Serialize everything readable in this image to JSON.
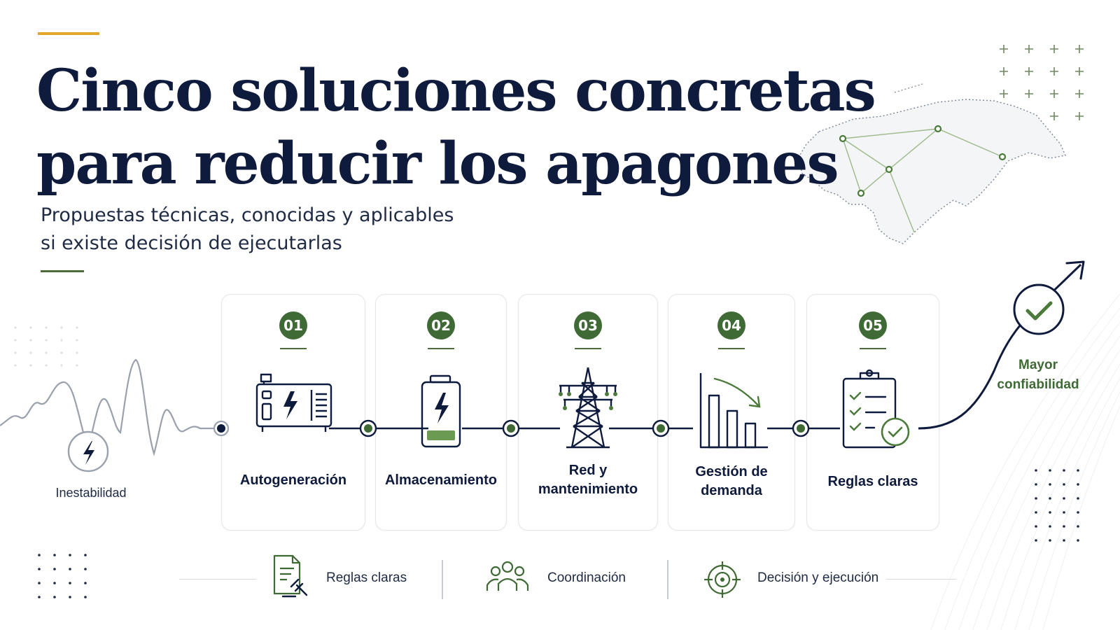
{
  "header": {
    "title_line1": "Cinco soluciones concretas",
    "title_line2": "para reducir los apagones",
    "subtitle_line1": "Propuestas técnicas, conocidas y aplicables",
    "subtitle_line2": "si existe decisión de ejecutarlas"
  },
  "flow": {
    "start_label": "Inestabilidad",
    "end_label_line1": "Mayor",
    "end_label_line2": "confiabilidad",
    "steps": [
      {
        "number": "01",
        "label_line1": "Autogeneración",
        "label_line2": "",
        "icon": "generator-icon"
      },
      {
        "number": "02",
        "label_line1": "Almacenamiento",
        "label_line2": "",
        "icon": "battery-icon"
      },
      {
        "number": "03",
        "label_line1": "Red y",
        "label_line2": "mantenimiento",
        "icon": "transmission-tower-icon"
      },
      {
        "number": "04",
        "label_line1": "Gestión de",
        "label_line2": "demanda",
        "icon": "demand-chart-icon"
      },
      {
        "number": "05",
        "label_line1": "Reglas claras",
        "label_line2": "",
        "icon": "checklist-icon"
      }
    ]
  },
  "pillars": [
    {
      "label": "Reglas claras",
      "icon": "document-gavel-icon"
    },
    {
      "label": "Coordinación",
      "icon": "people-group-icon"
    },
    {
      "label": "Decisión y ejecución",
      "icon": "target-icon"
    }
  ],
  "colors": {
    "navy": "#0f1b3d",
    "green": "#3f6a35",
    "gold": "#e2a62c",
    "light_green": "#7fa86a"
  }
}
